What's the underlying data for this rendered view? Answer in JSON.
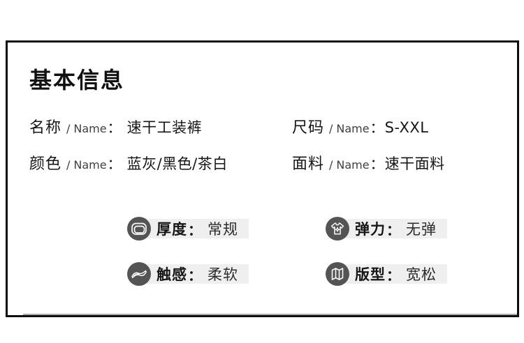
{
  "card": {
    "title": "基本信息",
    "separators": {
      "slash": "/"
    },
    "fields": [
      {
        "label_zh": "名称",
        "label_en": "Name",
        "colon": "：",
        "value": "速干工装裤"
      },
      {
        "label_zh": "尺码",
        "label_en": "Name",
        "colon": "：",
        "value": "S-XXL"
      },
      {
        "label_zh": "颜色",
        "label_en": "Name",
        "colon": "：",
        "value": "蓝灰/黑色/茶白"
      },
      {
        "label_zh": "面料",
        "label_en": "Name",
        "colon": "：",
        "value": "速干面料"
      }
    ],
    "badges": [
      {
        "icon": "fabric-swatch-icon",
        "label": "厚度",
        "colon": "：",
        "value": "常规"
      },
      {
        "icon": "tshirt-sparkle-icon",
        "label": "弹力",
        "colon": "：",
        "value": "无弹"
      },
      {
        "icon": "soft-fabric-icon",
        "label": "触感",
        "colon": "：",
        "value": "柔软"
      },
      {
        "icon": "folded-map-icon",
        "label": "版型",
        "colon": "：",
        "value": "宽松"
      }
    ],
    "colors": {
      "border": "#0e0e0e",
      "badge_circle": "#545454",
      "badge_pill": "#efefef",
      "text": "#161616"
    }
  }
}
